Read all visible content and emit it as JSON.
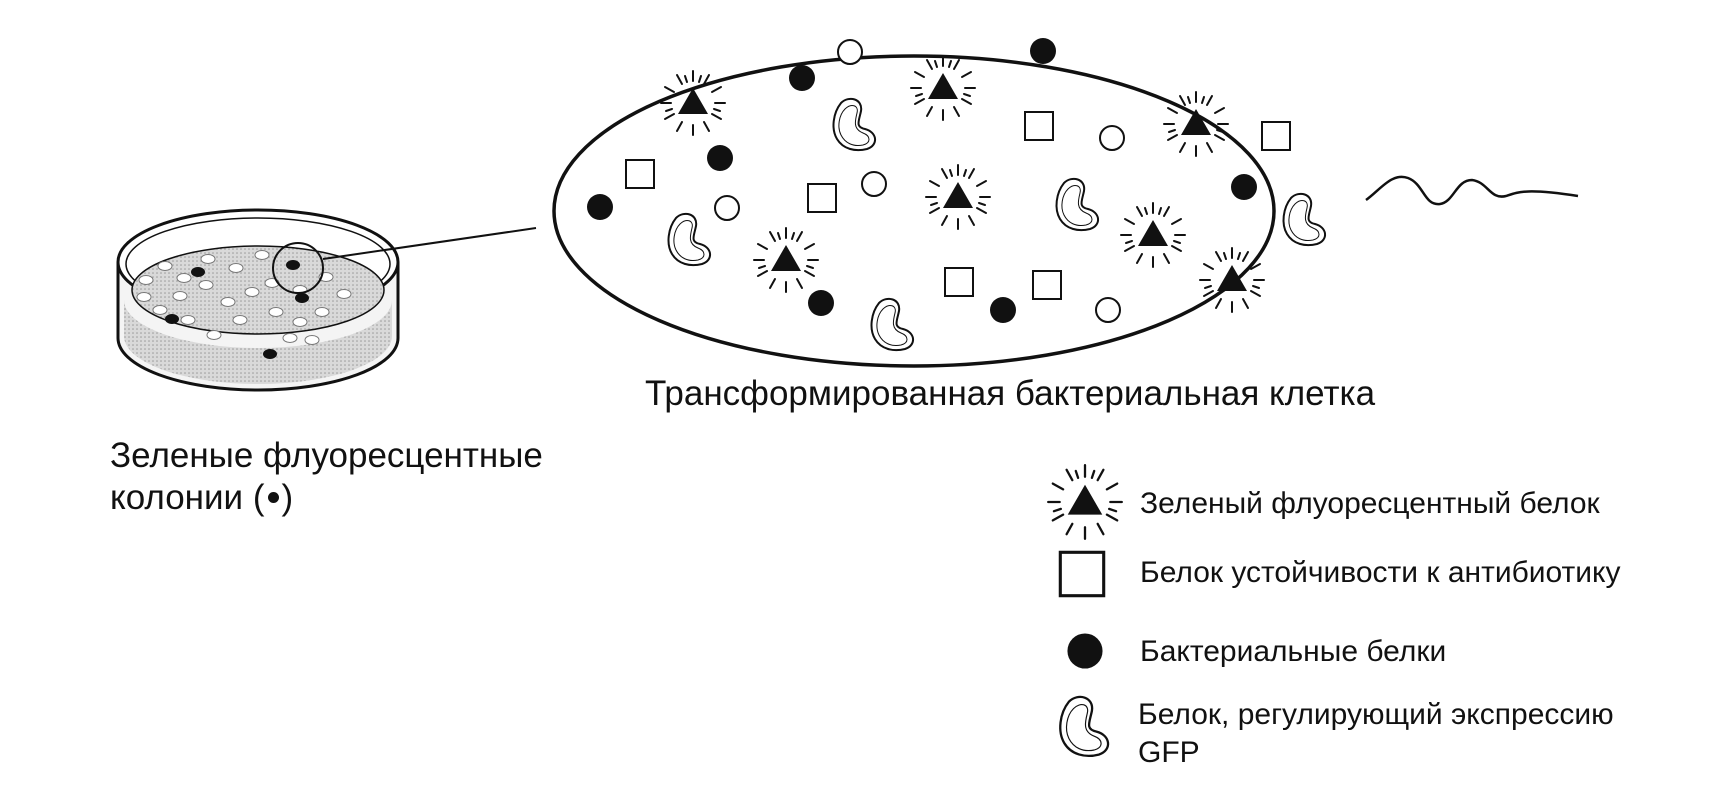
{
  "labels": {
    "cell_caption": "Трансформированная бактериальная клетка",
    "colonies_line1": "Зеленые флуоресцентные",
    "colonies_line2_prefix": "колонии (",
    "colonies_line2_suffix": ")"
  },
  "legend": {
    "gfp": "Зеленый флуоресцентный белок",
    "antibiotic_resistance": "Белок устойчивости к антибиотику",
    "bacterial": "Бактериальные белки",
    "regulator_line1": "Белок, регулирующий экспрессию",
    "regulator_line2": "GFP"
  },
  "icons": {
    "gfp": "glowing-triangle-icon",
    "antibiotic_resistance": "open-square-icon",
    "bacterial": "filled-circle-icon",
    "regulator": "kidney-shape-icon",
    "colony_dot": "filled-dot-icon"
  },
  "colors": {
    "ink": "#111111",
    "dish_medium": "#cfcfcf",
    "background": "#ffffff"
  }
}
